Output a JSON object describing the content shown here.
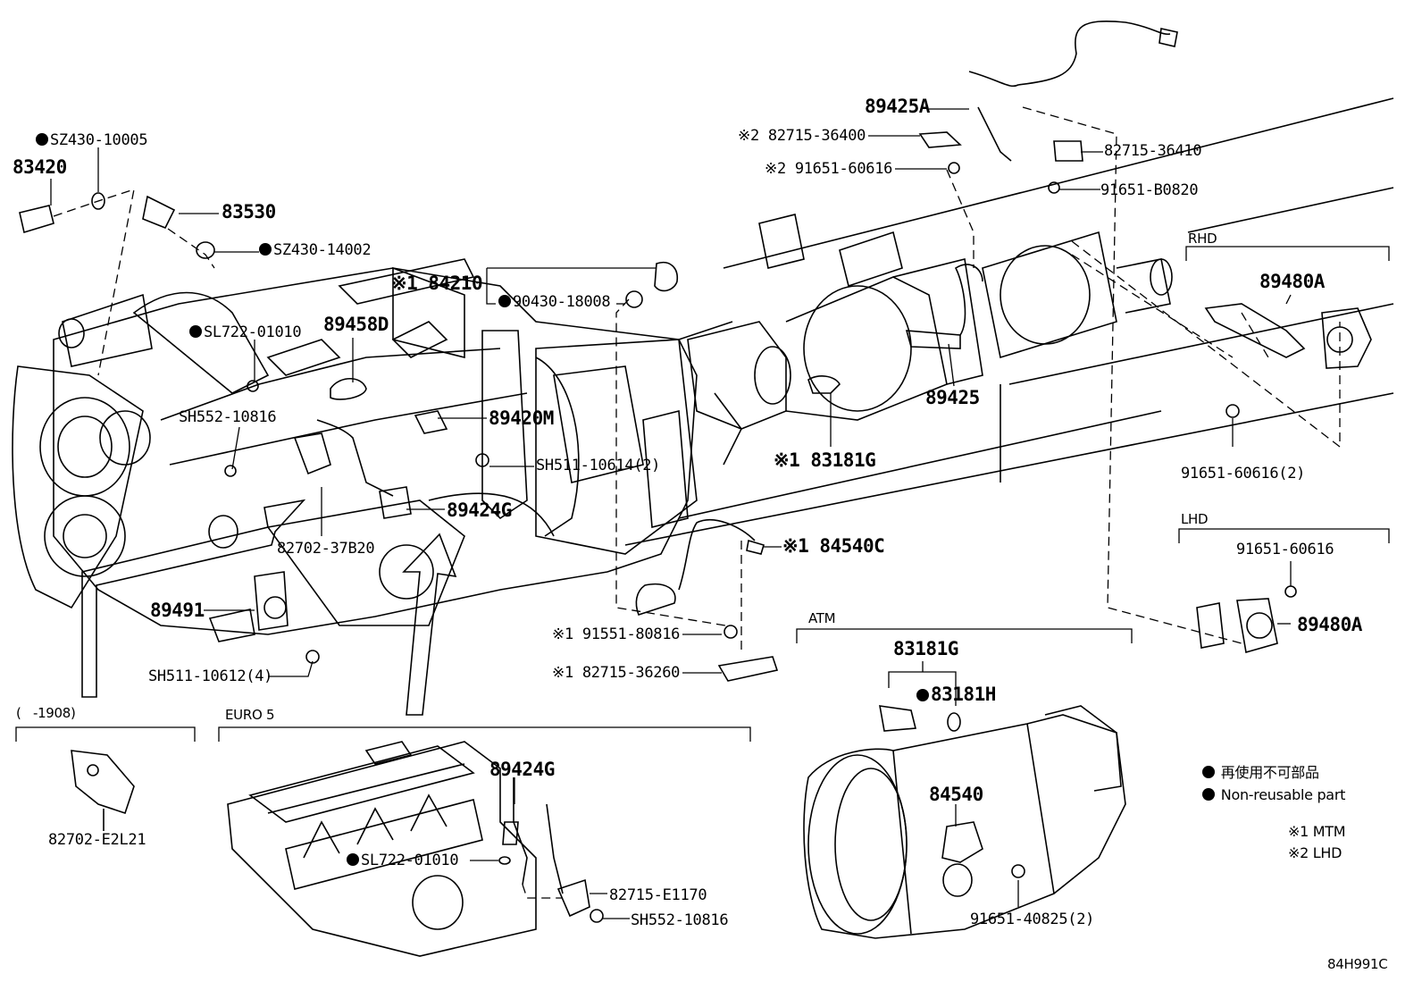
{
  "colors": {
    "ink": "#000000",
    "paper": "#ffffff"
  },
  "diagram_code": "84H991C",
  "sections": {
    "rhd": "RHD",
    "lhd": "LHD",
    "atm": "ATM",
    "euro5": "EURO 5",
    "date_range": "(   -1908)"
  },
  "legend": {
    "non_reusable_jp": "再使用不可部品",
    "non_reusable_en": "Non-reusable part",
    "note1": "※1 MTM",
    "note2": "※2 LHD"
  },
  "parts": {
    "sz430_10005": "SZ430-10005",
    "p83420": "83420",
    "p83530": "83530",
    "sz430_14002": "SZ430-14002",
    "p84210": "※1 84210",
    "p90430_18008": "90430-18008",
    "sl722_01010": "SL722-01010",
    "p89458d": "89458D",
    "sh552_10816": "SH552-10816",
    "p89420m": "89420M",
    "sh511_10614": "SH511-10614(2)",
    "p89424g": "89424G",
    "p82702_37b20": "82702-37B20",
    "p89491": "89491",
    "sh511_10612": "SH511-10612(4)",
    "p89425a": "89425A",
    "p82715_36400": "※2 82715-36400",
    "p91651_60616_top": "※2 91651-60616",
    "p82715_36410": "82715-36410",
    "p91651_b0820": "91651-B0820",
    "p89425": "89425",
    "p83181g_main": "※1 83181G",
    "p84540c": "※1 84540C",
    "p91551_80816": "※1 91551-80816",
    "p82715_36260": "※1 82715-36260",
    "p89480a_rhd": "89480A",
    "p91651_60616_2": "91651-60616(2)",
    "p91651_60616_lhd": "91651-60616",
    "p89480a_lhd": "89480A",
    "atm_83181g": "83181G",
    "atm_83181h": "83181H",
    "atm_84540": "84540",
    "atm_91651_40825": "91651-40825(2)",
    "p82702_e2l21": "82702-E2L21",
    "e5_89424g": "89424G",
    "e5_sl722_01010": "SL722-01010",
    "e5_82715_e1170": "82715-E1170",
    "e5_sh552_10816": "SH552-10816"
  }
}
